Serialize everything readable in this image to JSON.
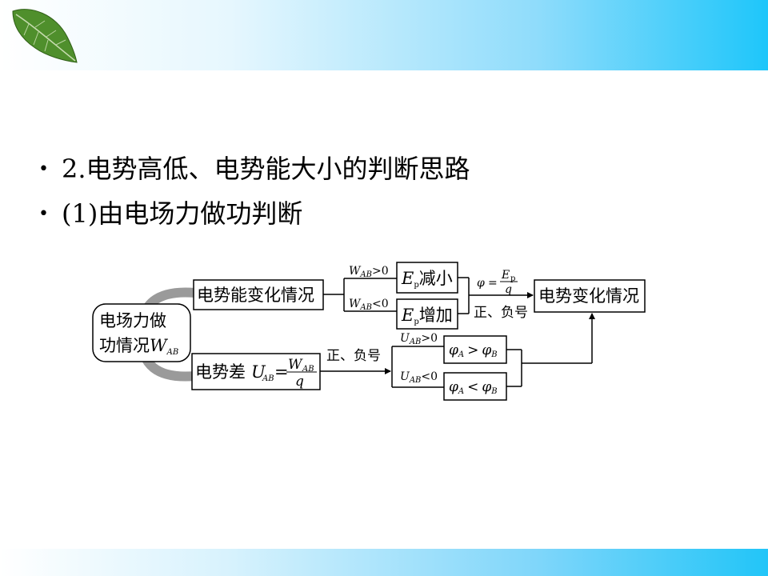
{
  "bullets": [
    {
      "marker": "•",
      "text": "2.电势高低、电势能大小的判断思路"
    },
    {
      "marker": "•",
      "text": "(1)由电场力做功判断"
    }
  ],
  "diagram": {
    "start_box": {
      "line1": "电场力做",
      "line2_text": "功情况",
      "line2_var": "W",
      "line2_sub": "AB"
    },
    "energy_box": "电势能变化情况",
    "cond_pos": {
      "var": "W",
      "sub": "AB",
      "rel": ">0"
    },
    "cond_neg": {
      "var": "W",
      "sub": "AB",
      "rel": "<0"
    },
    "ep_dec": {
      "var": "E",
      "sub": "p",
      "text": "减小"
    },
    "ep_inc": {
      "var": "E",
      "sub": "p",
      "text": "增加"
    },
    "phi_formula": {
      "lhs": "φ",
      "eq": "=",
      "num": "E",
      "num_sub": "p",
      "den": "q"
    },
    "sign_label_top": "正、负号",
    "result_box": "电势变化情况",
    "voltage_box": {
      "text": "电势差",
      "var": "U",
      "sub": "AB",
      "eq": "=",
      "num": "W",
      "num_sub": "AB",
      "den": "q"
    },
    "sign_label_bottom": "正、负号",
    "u_pos": {
      "var": "U",
      "sub": "AB",
      "rel": ">0"
    },
    "u_neg": {
      "var": "U",
      "sub": "AB",
      "rel": "<0"
    },
    "phi_gt": {
      "left": "φ",
      "left_sub": "A",
      "op": ">",
      "right": "φ",
      "right_sub": "B"
    },
    "phi_lt": {
      "left": "φ",
      "left_sub": "A",
      "op": "<",
      "right": "φ",
      "right_sub": "B"
    }
  },
  "colors": {
    "banner_light": "#e6f7fe",
    "banner_dark": "#1ec6fa",
    "leaf_green": "#4f8f2c"
  }
}
